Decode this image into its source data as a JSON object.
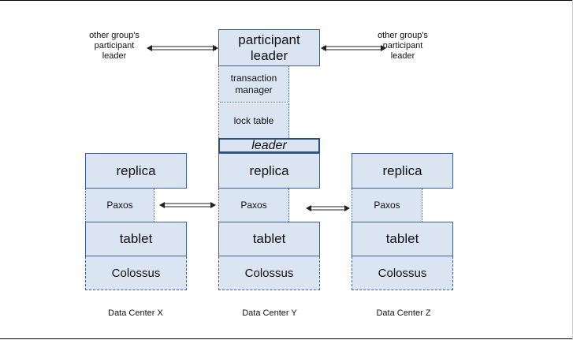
{
  "left_peer": {
    "line1": "other group's",
    "line2": "participant",
    "line3": "leader"
  },
  "right_peer": {
    "line1": "other group's",
    "line2": "participant",
    "line3": "leader"
  },
  "participant_leader": {
    "line1": "participant",
    "line2": "leader"
  },
  "transaction_manager": {
    "line1": "transaction",
    "line2": "manager"
  },
  "lock_table": "lock table",
  "leader_label": "leader",
  "data_centers": [
    {
      "replica": "replica",
      "paxos": "Paxos",
      "tablet": "tablet",
      "storage": "Colossus",
      "label": "Data Center X"
    },
    {
      "replica": "replica",
      "paxos": "Paxos",
      "tablet": "tablet",
      "storage": "Colossus",
      "label": "Data Center Y"
    },
    {
      "replica": "replica",
      "paxos": "Paxos",
      "tablet": "tablet",
      "storage": "Colossus",
      "label": "Data Center Z"
    }
  ],
  "colors": {
    "box_fill": "#dbe5f1",
    "box_border": "#3f6290",
    "arrow": "#222222"
  }
}
